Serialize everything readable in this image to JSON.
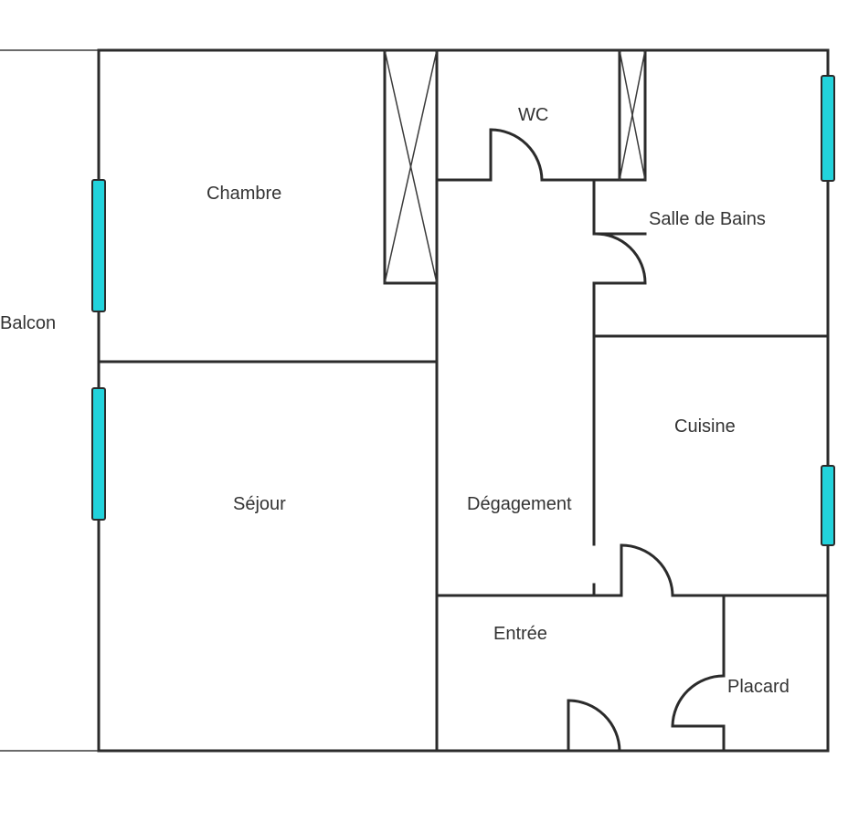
{
  "rooms": {
    "balcon": "Balcon",
    "chambre": "Chambre",
    "wc": "WC",
    "salle_de_bains": "Salle de Bains",
    "sejour": "Séjour",
    "degagement": "Dégagement",
    "cuisine": "Cuisine",
    "entree": "Entrée",
    "placard": "Placard"
  },
  "colors": {
    "window": "#22d3dc",
    "wall": "#2b2b2b",
    "label": "#333333"
  }
}
